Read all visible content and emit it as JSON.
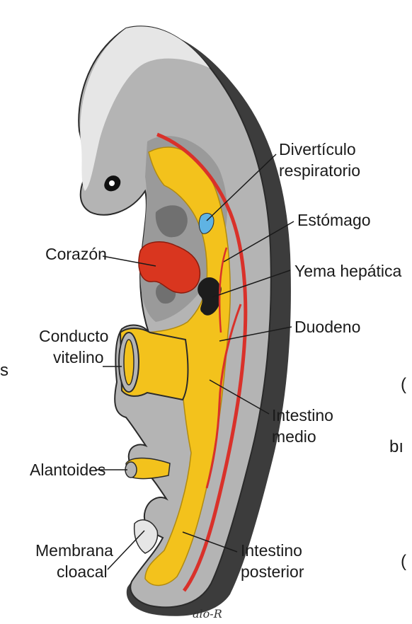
{
  "labels": {
    "diverticulo": [
      "Divertículo",
      "respiratorio"
    ],
    "estomago": "Estómago",
    "corazon": "Corazón",
    "yema": "Yema hepática",
    "conducto": [
      "Conducto",
      "vitelino"
    ],
    "duodeno": "Duodeno",
    "intestino_medio": [
      "Intestino",
      "medio"
    ],
    "alantoides": "Alantoides",
    "membrana": [
      "Membrana",
      "cloacal"
    ],
    "intestino_posterior": [
      "Intestino",
      "posterior"
    ]
  },
  "edge_fragments": {
    "left_s": "s",
    "right_bu": "bı",
    "right_bar_top": "(",
    "right_bar_bottom": "("
  },
  "signature": "alo-R",
  "colors": {
    "body_gray": "#b4b4b4",
    "dark_band": "#3c3c3c",
    "gut_yellow": "#f3c21c",
    "heart_red": "#d9361f",
    "vessel_red": "#d9312a",
    "liver_black": "#1c1c1c",
    "resp_blue": "#5fb3e3",
    "inner_gray": "#9a9a9a"
  }
}
